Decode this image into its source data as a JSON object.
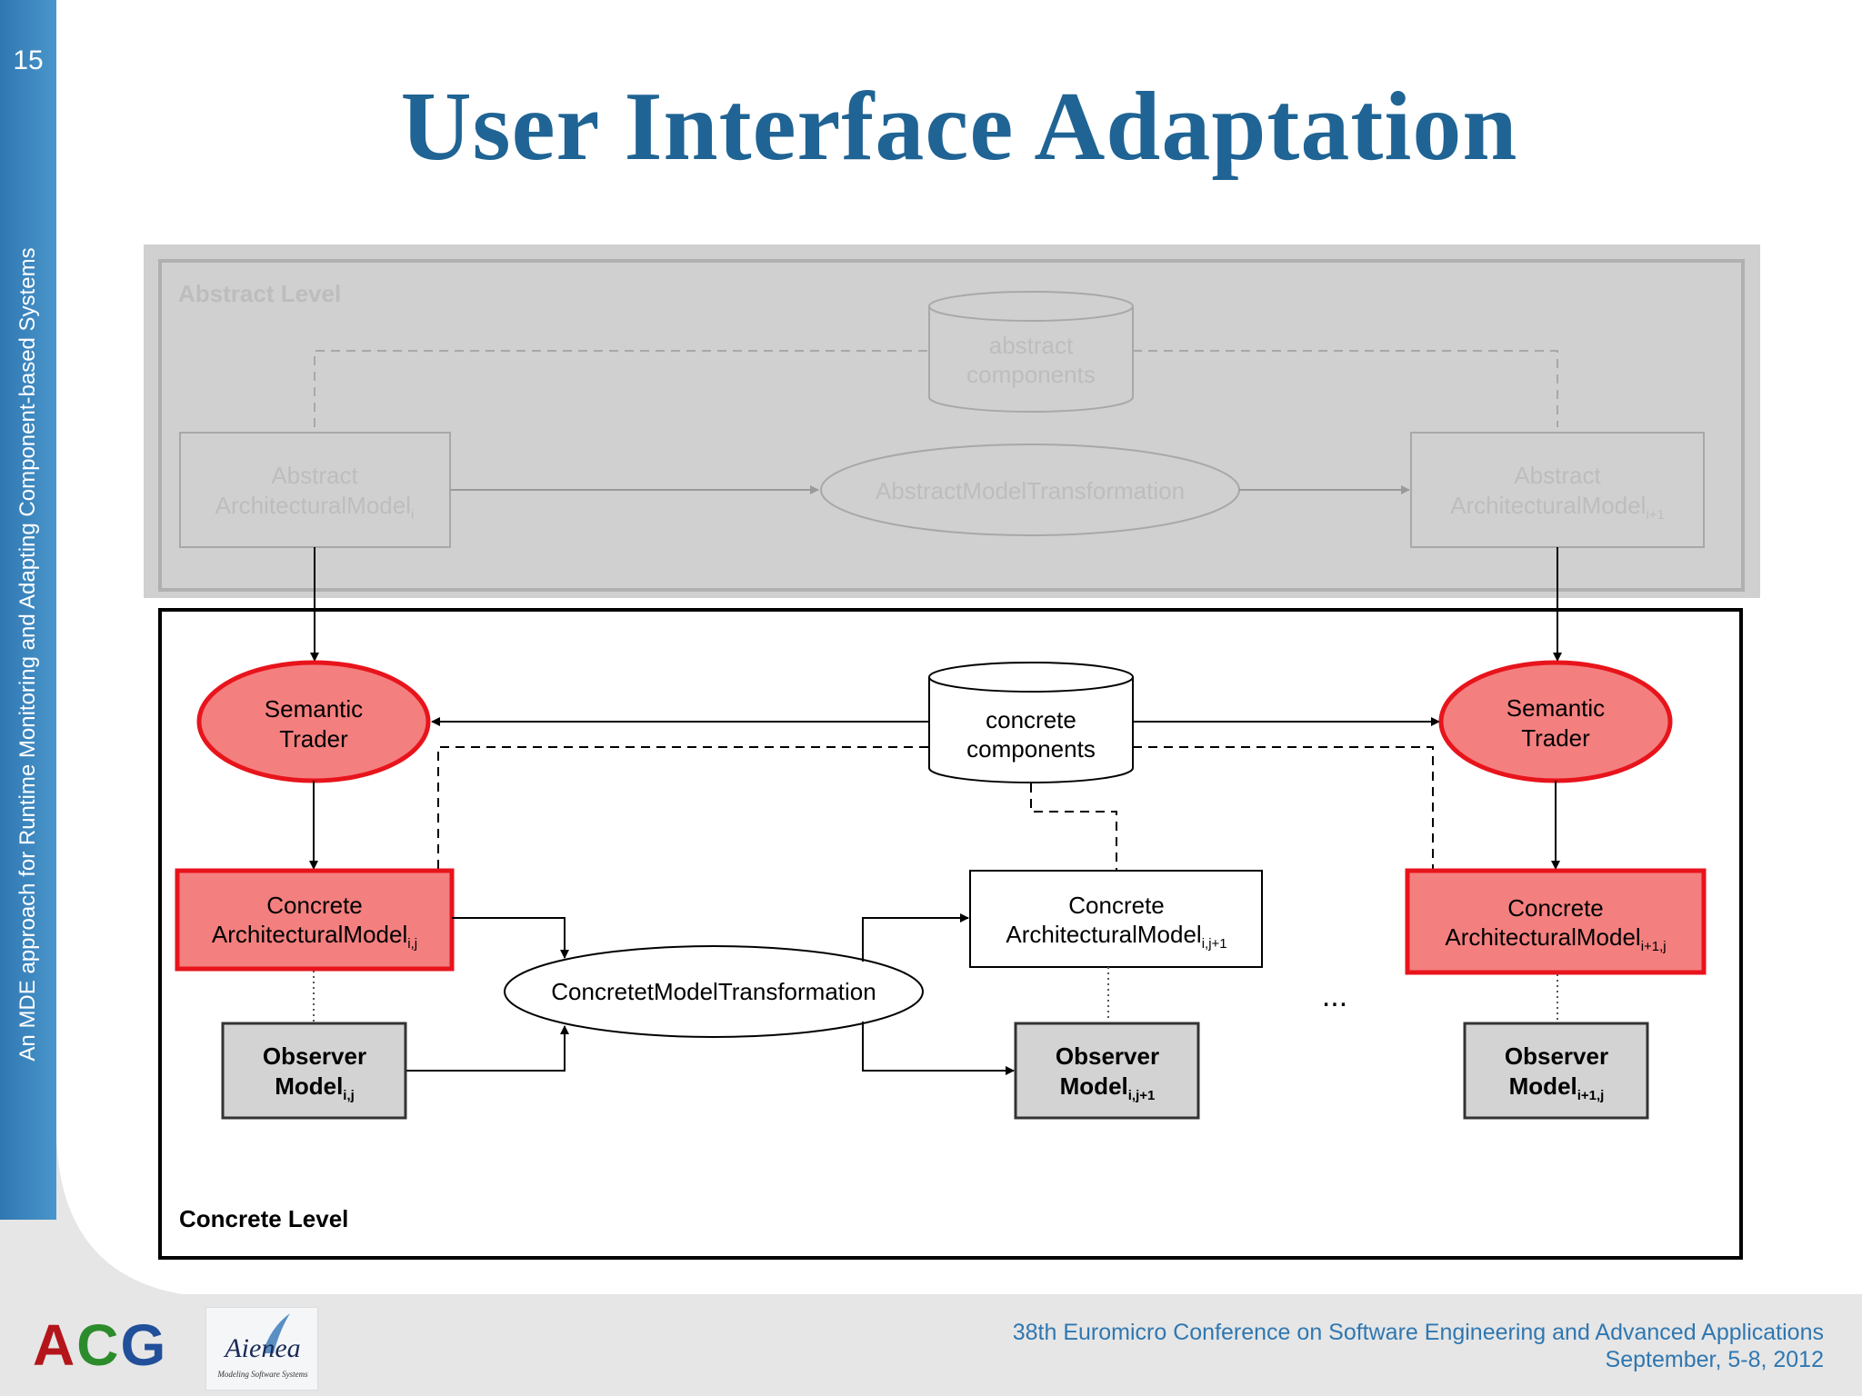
{
  "slide": {
    "number": "15",
    "vertical_title": "An MDE approach for Runtime Monitoring and Adapting Component-based Systems",
    "title": "User Interface Adaptation"
  },
  "footer": {
    "line1": "38th Euromicro Conference on Software Engineering and Advanced Applications",
    "line2": "September, 5-8, 2012",
    "logo_acg": [
      "A",
      "C",
      "G"
    ],
    "logo_aienea_name": "Aienea",
    "logo_aienea_tagline": "Modeling Software Systems"
  },
  "colors": {
    "accent_blue": "#2f77b1",
    "title_blue": "#1f6494",
    "highlight_red": "#f47f7f",
    "highlight_border": "#e8141c",
    "observer_gray": "#d3d3d3"
  },
  "diagram": {
    "abstract_level": {
      "label": "Abstract Level",
      "components_db": [
        "abstract",
        "components"
      ],
      "model_left": {
        "name": "Abstract",
        "base": "ArchitecturalModel",
        "sub": "i"
      },
      "transformation": "AbstractModelTransformation",
      "model_right": {
        "name": "Abstract",
        "base": "ArchitecturalModel",
        "sub": "i+1"
      }
    },
    "concrete_level": {
      "label": "Concrete Level",
      "components_db": [
        "concrete",
        "components"
      ],
      "trader_left": [
        "Semantic",
        "Trader"
      ],
      "trader_right": [
        "Semantic",
        "Trader"
      ],
      "model_left": {
        "name": "Concrete",
        "base": "ArchitecturalModel",
        "sub": "i,j"
      },
      "model_middle": {
        "name": "Concrete",
        "base": "ArchitecturalModel",
        "sub": "i,j+1"
      },
      "model_right": {
        "name": "Concrete",
        "base": "ArchitecturalModel",
        "sub": "i+1,j"
      },
      "transformation": "ConcretetModelTransformation",
      "observer_left": {
        "name": "Observer",
        "base": "Model",
        "sub": "i,j"
      },
      "observer_middle": {
        "name": "Observer",
        "base": "Model",
        "sub": "i,j+1"
      },
      "observer_right": {
        "name": "Observer",
        "base": "Model",
        "sub": "i+1,j"
      },
      "ellipsis": "..."
    }
  }
}
